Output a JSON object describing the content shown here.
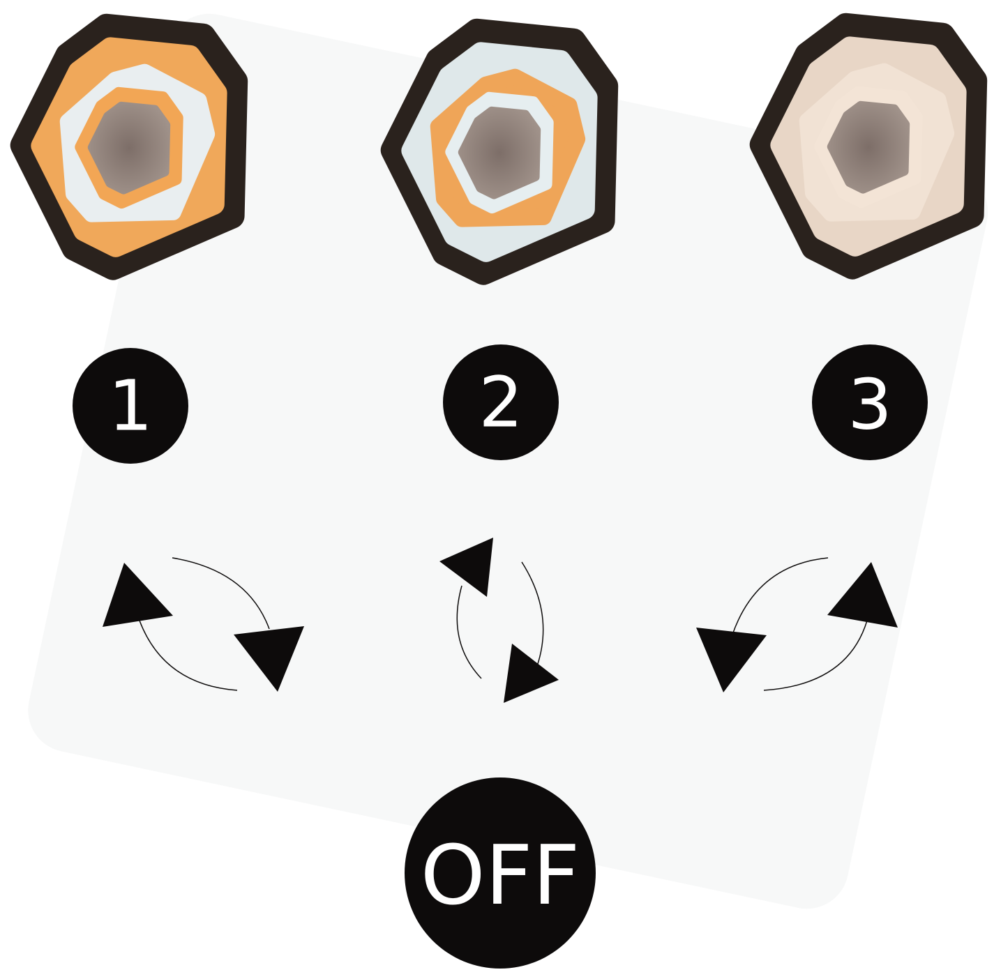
{
  "modes": [
    {
      "label": "1",
      "lamp_colors": {
        "frame": "#2a221d",
        "outer_ring": "#f0a85a",
        "middle_ring": "#e9eef0",
        "inner_ring": "#f2a655",
        "center": "#8a7a72"
      }
    },
    {
      "label": "2",
      "lamp_colors": {
        "frame": "#2a221d",
        "outer_ring": "#dfe8ea",
        "middle_ring": "#efa558",
        "inner_ring": "#e6eef0",
        "center": "#857570"
      }
    },
    {
      "label": "3",
      "lamp_colors": {
        "frame": "#2a221d",
        "outer_ring": "#e8d6c6",
        "middle_ring": "#f1e2d4",
        "inner_ring": "#f3e4d6",
        "center": "#8c7f7b"
      }
    }
  ],
  "off_label": "OFF",
  "colors": {
    "badge": "#0d0b0b",
    "background_panel": "#f7f8f8",
    "arrow": "#0d0b0b"
  }
}
